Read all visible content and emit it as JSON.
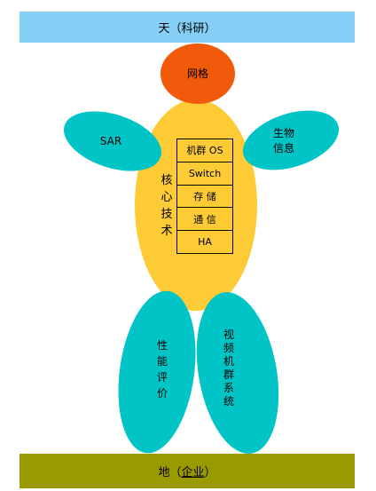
{
  "colors": {
    "sky": "#85cff6",
    "ground": "#999900",
    "head": "#f05a0a",
    "body": "#fdcb35",
    "limb": "#00c4c6"
  },
  "top_band": {
    "label": "天（科研）"
  },
  "head": {
    "label": "网格"
  },
  "left_arm": {
    "label": "SAR"
  },
  "right_arm": {
    "label": "生物\n信息"
  },
  "core_label": "核\n心\n技\n术",
  "stack": {
    "items": [
      "机群 OS",
      "Switch",
      "存 储",
      "通 信",
      "HA"
    ]
  },
  "left_leg": {
    "label": "性\n能\n评\n价"
  },
  "right_leg": {
    "label": "视\n频\n机\n群\n系\n统"
  },
  "bottom_band": {
    "prefix": "地（",
    "underlined": "企业",
    "suffix": "）"
  }
}
